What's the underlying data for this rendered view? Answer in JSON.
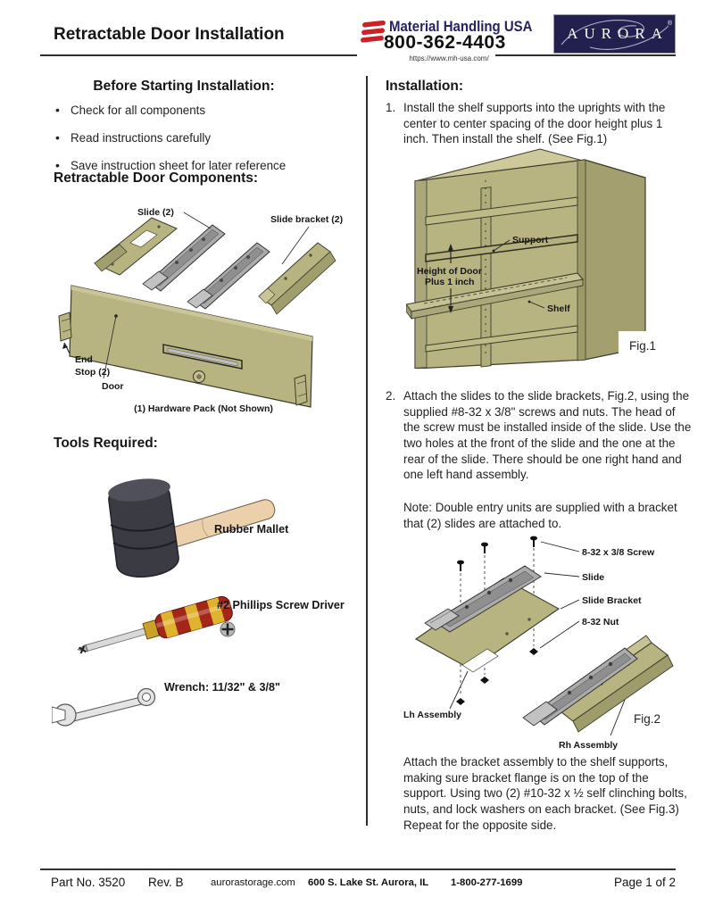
{
  "header": {
    "title": "Retractable Door Installation",
    "mh_logo": {
      "name": "Material Handling USA",
      "phone": "800-362-4403",
      "url": "https://www.mh-usa.com/"
    },
    "aurora": {
      "name": "AURORA",
      "reg": "®"
    }
  },
  "colors": {
    "khaki": "#b7b482",
    "khaki_dark": "#a09e6c",
    "khaki_light": "#c9c597",
    "navy": "#232050",
    "brand_red": "#cc2127",
    "slide_gray": "#ababab"
  },
  "left": {
    "before_heading": "Before Starting Installation:",
    "bullets": [
      "Check for all components",
      "Read instructions carefully",
      "Save instruction sheet for later reference"
    ],
    "components_heading": "Retractable Door Components:",
    "components": {
      "slide": "Slide (2)",
      "slide_bracket": "Slide bracket (2)",
      "end_stop_line1": "End",
      "end_stop_line2": "Stop (2)",
      "door": "Door",
      "hardware": "(1) Hardware Pack (Not Shown)"
    },
    "tools_heading": "Tools Required:",
    "tools": {
      "mallet": "Rubber Mallet",
      "screwdriver": "#2 Phillips Screw Driver",
      "wrench": "Wrench: 11/32\" & 3/8\""
    }
  },
  "right": {
    "heading": "Installation:",
    "step1_num": "1.",
    "step1": "Install the shelf supports into the uprights with the center to center spacing of the door height plus 1 inch. Then install the shelf. (See Fig.1)",
    "fig1": {
      "support": "Support",
      "height_line1": "Height of Door",
      "height_line2": "Plus 1 inch",
      "shelf": "Shelf",
      "caption": "Fig.1"
    },
    "step2_num": "2.",
    "step2": "Attach the slides to the slide brackets, Fig.2, using the supplied #8-32 x 3/8\" screws and nuts. The head of the screw must be installed inside of the slide. Use the two holes at the front of the slide and the one at the rear of the slide.  There should be one right hand and one left hand assembly.",
    "note": "Note: Double entry units are supplied with a bracket that (2) slides are attached to.",
    "fig2": {
      "screw": "8-32 x 3/8 Screw",
      "slide": "Slide",
      "slide_bracket": "Slide Bracket",
      "nut": "8-32 Nut",
      "lh": "Lh Assembly",
      "rh": "Rh Assembly",
      "caption": "Fig.2"
    },
    "step3": "Attach the bracket assembly to the shelf supports, making sure bracket flange is on the top of the support. Using two (2) #10-32 x ½ self clinching bolts, nuts, and lock washers on each bracket. (See Fig.3) Repeat for the opposite side."
  },
  "footer": {
    "part_no": "Part No. 3520",
    "rev": "Rev. B",
    "website": "aurorastorage.com",
    "address": "600 S. Lake St. Aurora, IL",
    "phone": "1-800-277-1699",
    "page": "Page 1 of 2"
  }
}
